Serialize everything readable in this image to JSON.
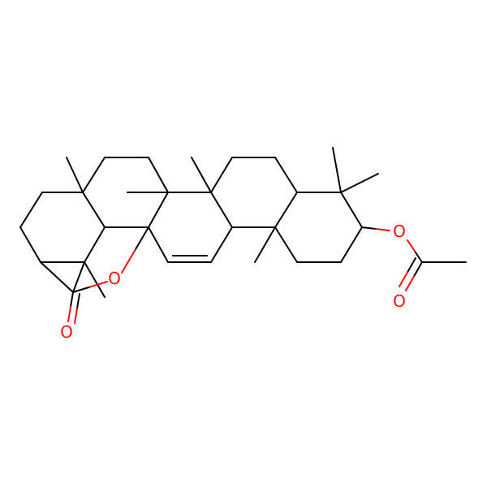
{
  "molecule": {
    "atoms": {
      "carbonyl_oxygen": {
        "element": "O",
        "color": "#ff0d0d"
      },
      "bridge_oxygen": {
        "element": "O",
        "color": "#ff0d0d"
      },
      "ester_oxygen": {
        "element": "O",
        "color": "#ff0d0d"
      },
      "acetyl_oxygen": {
        "element": "O",
        "color": "#ff0d0d"
      }
    },
    "bond_color": "#000000",
    "heteroatom_color": "#ff0d0d"
  }
}
